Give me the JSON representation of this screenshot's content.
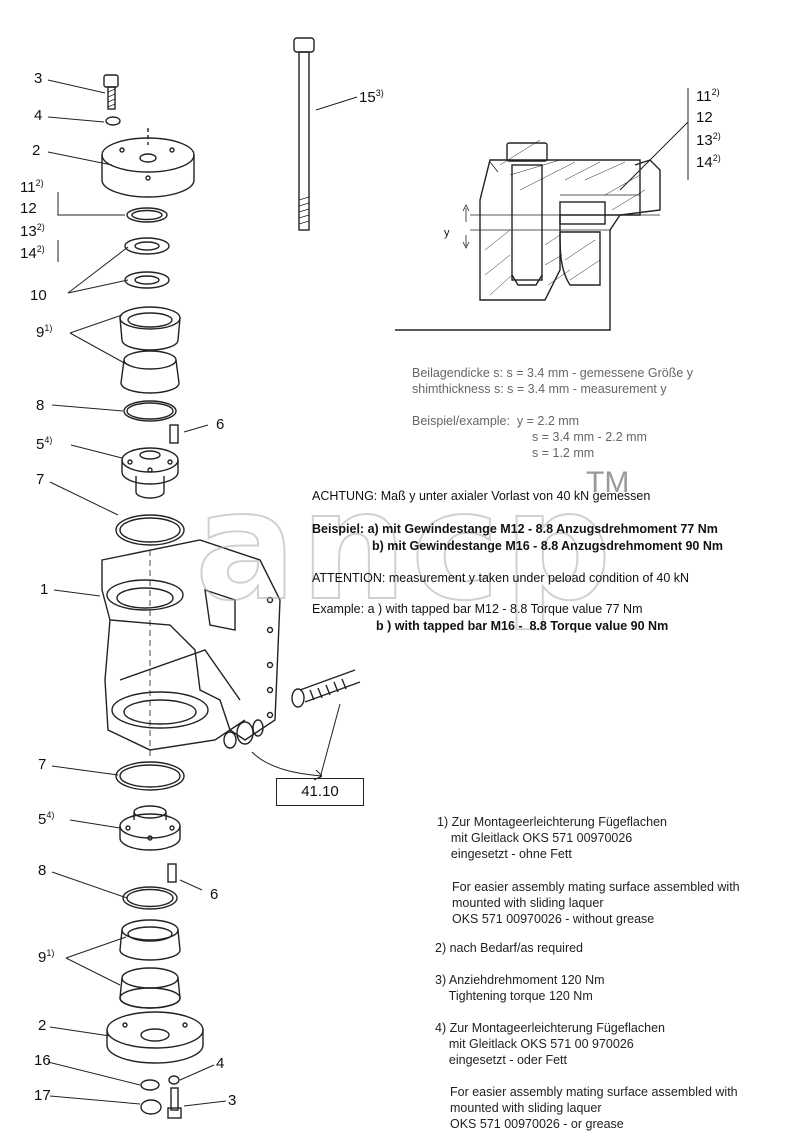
{
  "watermark": {
    "text": "ancp",
    "mark": "TM"
  },
  "callouts": {
    "c3a": "3",
    "c4a": "4",
    "c2a": "2",
    "c11a": "11",
    "c11a_sup": "2)",
    "c12a": "12",
    "c13a": "13",
    "c13a_sup": "2)",
    "c14a": "14",
    "c14a_sup": "2)",
    "c10": "10",
    "c9a": "9",
    "c9a_sup": "1)",
    "c8a": "8",
    "c6a": "6",
    "c5a": "5",
    "c5a_sup": "4)",
    "c7a": "7",
    "c1": "1",
    "c15": "15",
    "c15_sup": "3)",
    "c11b": "11",
    "c11b_sup": "2)",
    "c12b": "12",
    "c13b": "13",
    "c13b_sup": "2)",
    "c14b": "14",
    "c14b_sup": "2)",
    "c7b": "7",
    "c5b": "5",
    "c5b_sup": "4)",
    "c8b": "8",
    "c6b": "6",
    "c9b": "9",
    "c9b_sup": "1)",
    "c2b": "2",
    "c16": "16",
    "c4b": "4",
    "c17": "17",
    "c3b": "3",
    "y_label": "y",
    "ref": "41.10"
  },
  "shim_text": {
    "line1": "Beilagendicke s: s = 3.4 mm - gemessene Größe y",
    "line2": "shimthickness s: s = 3.4 mm - measurement y",
    "line3": "Beispiel/example:  y = 2.2 mm",
    "line4": "s = 3.4 mm - 2.2 mm",
    "line5": "s = 1.2 mm"
  },
  "warning": {
    "de_title": "ACHTUNG:",
    "de_text": " Maß y unter axialer Vorlast von 40 kN gemessen",
    "de_ex1": "Beispiel: a) mit Gewindestange M12 - 8.8 Anzugsdrehmoment 77 Nm",
    "de_ex2": "b) mit Gewindestange M16 - 8.8 Anzugsdrehmoment 90 Nm",
    "en_title": "ATTENTION:",
    "en_text": " measurement y taken under peload condition of 40 kN",
    "en_ex1": "Example: a ) with tapped bar M12 - 8.8 Torque value 77 Nm",
    "en_ex2": "b ) with tapped bar M16 -  8.8 Torque value 90 Nm"
  },
  "footnotes": {
    "f1_de": "1) Zur Montageerleichterung Fügeflachen\n    mit Gleitlack OKS 571 00970026\n    eingesetzt - ohne Fett",
    "f1_en": "For easier assembly mating surface assembled with\nmounted with sliding laquer\nOKS 571 00970026 - without grease",
    "f2": "2) nach Bedarf/as required",
    "f3": "3) Anziehdrehmoment 120 Nm\n    Tightening torque 120 Nm",
    "f4_de": "4) Zur Montageerleichterung Fügeflachen\n    mit Gleitlack OKS 571 00 970026\n    eingesetzt - oder Fett",
    "f4_en": "For easier assembly mating surface assembled with\nmounted with sliding laquer\nOKS 571 00970026 - or grease"
  }
}
